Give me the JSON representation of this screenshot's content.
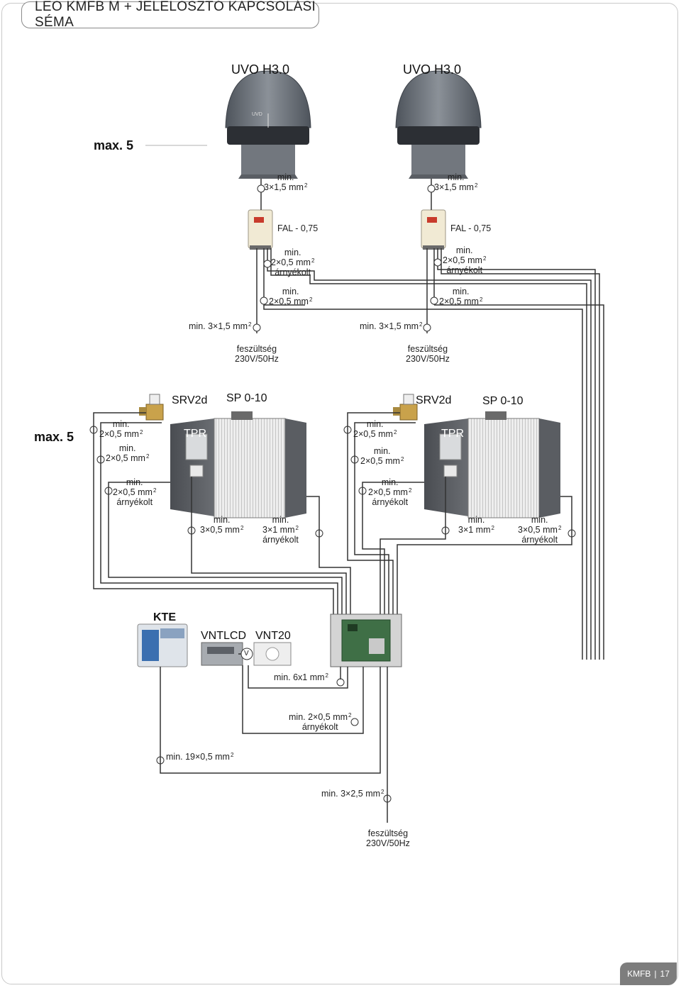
{
  "title": "LEO KMFB M + JELELOSZTÓ KAPCSOLÁSI SÉMA",
  "fans": {
    "left_label": "UVO H3.0",
    "right_label": "UVO H3.0",
    "max_label": "max. 5",
    "fan_logo": "UVD"
  },
  "top_cables": {
    "left": {
      "fan_cable": [
        "min.",
        "3×1,5 mm"
      ],
      "fal_label": "FAL - 0,75",
      "signal_shielded": [
        "min.",
        "2×0,5 mm",
        "árnyékolt"
      ],
      "signal": [
        "min.",
        "2×0,5 mm"
      ],
      "power": "min. 3×1,5 mm",
      "supply": [
        "feszültség",
        "230V/50Hz"
      ]
    },
    "right": {
      "fan_cable": [
        "min.",
        "3×1,5 mm"
      ],
      "fal_label": "FAL - 0,75",
      "signal_shielded": [
        "min.",
        "2×0,5 mm",
        "árnyékolt"
      ],
      "signal": [
        "min.",
        "2×0,5 mm"
      ],
      "power": "min. 3×1,5 mm",
      "supply": [
        "feszültség",
        "230V/50Hz"
      ]
    }
  },
  "units": {
    "max_label": "max. 5",
    "left": {
      "valve": "SRV2d",
      "sp": "SP 0-10",
      "tpr": "TPR",
      "c1": [
        "min.",
        "2×0,5 mm"
      ],
      "c2": [
        "min.",
        "2×0,5 mm"
      ],
      "c3": [
        "min.",
        "2×0,5 mm",
        "árnyékolt"
      ],
      "c4": [
        "min.",
        "3×0,5 mm"
      ],
      "c5": [
        "min.",
        "3×1 mm",
        "árnyékolt"
      ]
    },
    "right": {
      "valve": "SRV2d",
      "sp": "SP 0-10",
      "tpr": "TPR",
      "c1": [
        "min.",
        "2×0,5 mm"
      ],
      "c2": [
        "min.",
        "2×0,5 mm"
      ],
      "c3": [
        "min.",
        "2×0,5 mm",
        "árnyékolt"
      ],
      "c4": [
        "min.",
        "3×1 mm"
      ],
      "c5": [
        "min.",
        "3×0,5 mm",
        "árnyékolt"
      ]
    }
  },
  "controls": {
    "kte": "KTE",
    "vntlcd": "VNTLCD",
    "vnt20": "VNT20",
    "v_marker": "V",
    "cable_6x1": "min. 6x1 mm",
    "cable_2x05": [
      "min. 2×0,5 mm",
      "árnyékolt"
    ],
    "cable_19x05": "min. 19×0,5 mm",
    "cable_3x25": "min. 3×2,5 mm",
    "supply": [
      "feszültség",
      "230V/50Hz"
    ]
  },
  "footer": {
    "brand": "KMFB",
    "page": "17"
  },
  "colors": {
    "frame": "#c9c9c9",
    "unit_dark": "#5d6066",
    "fan_grey": "#6d737b",
    "footer": "#7d7d7d"
  }
}
